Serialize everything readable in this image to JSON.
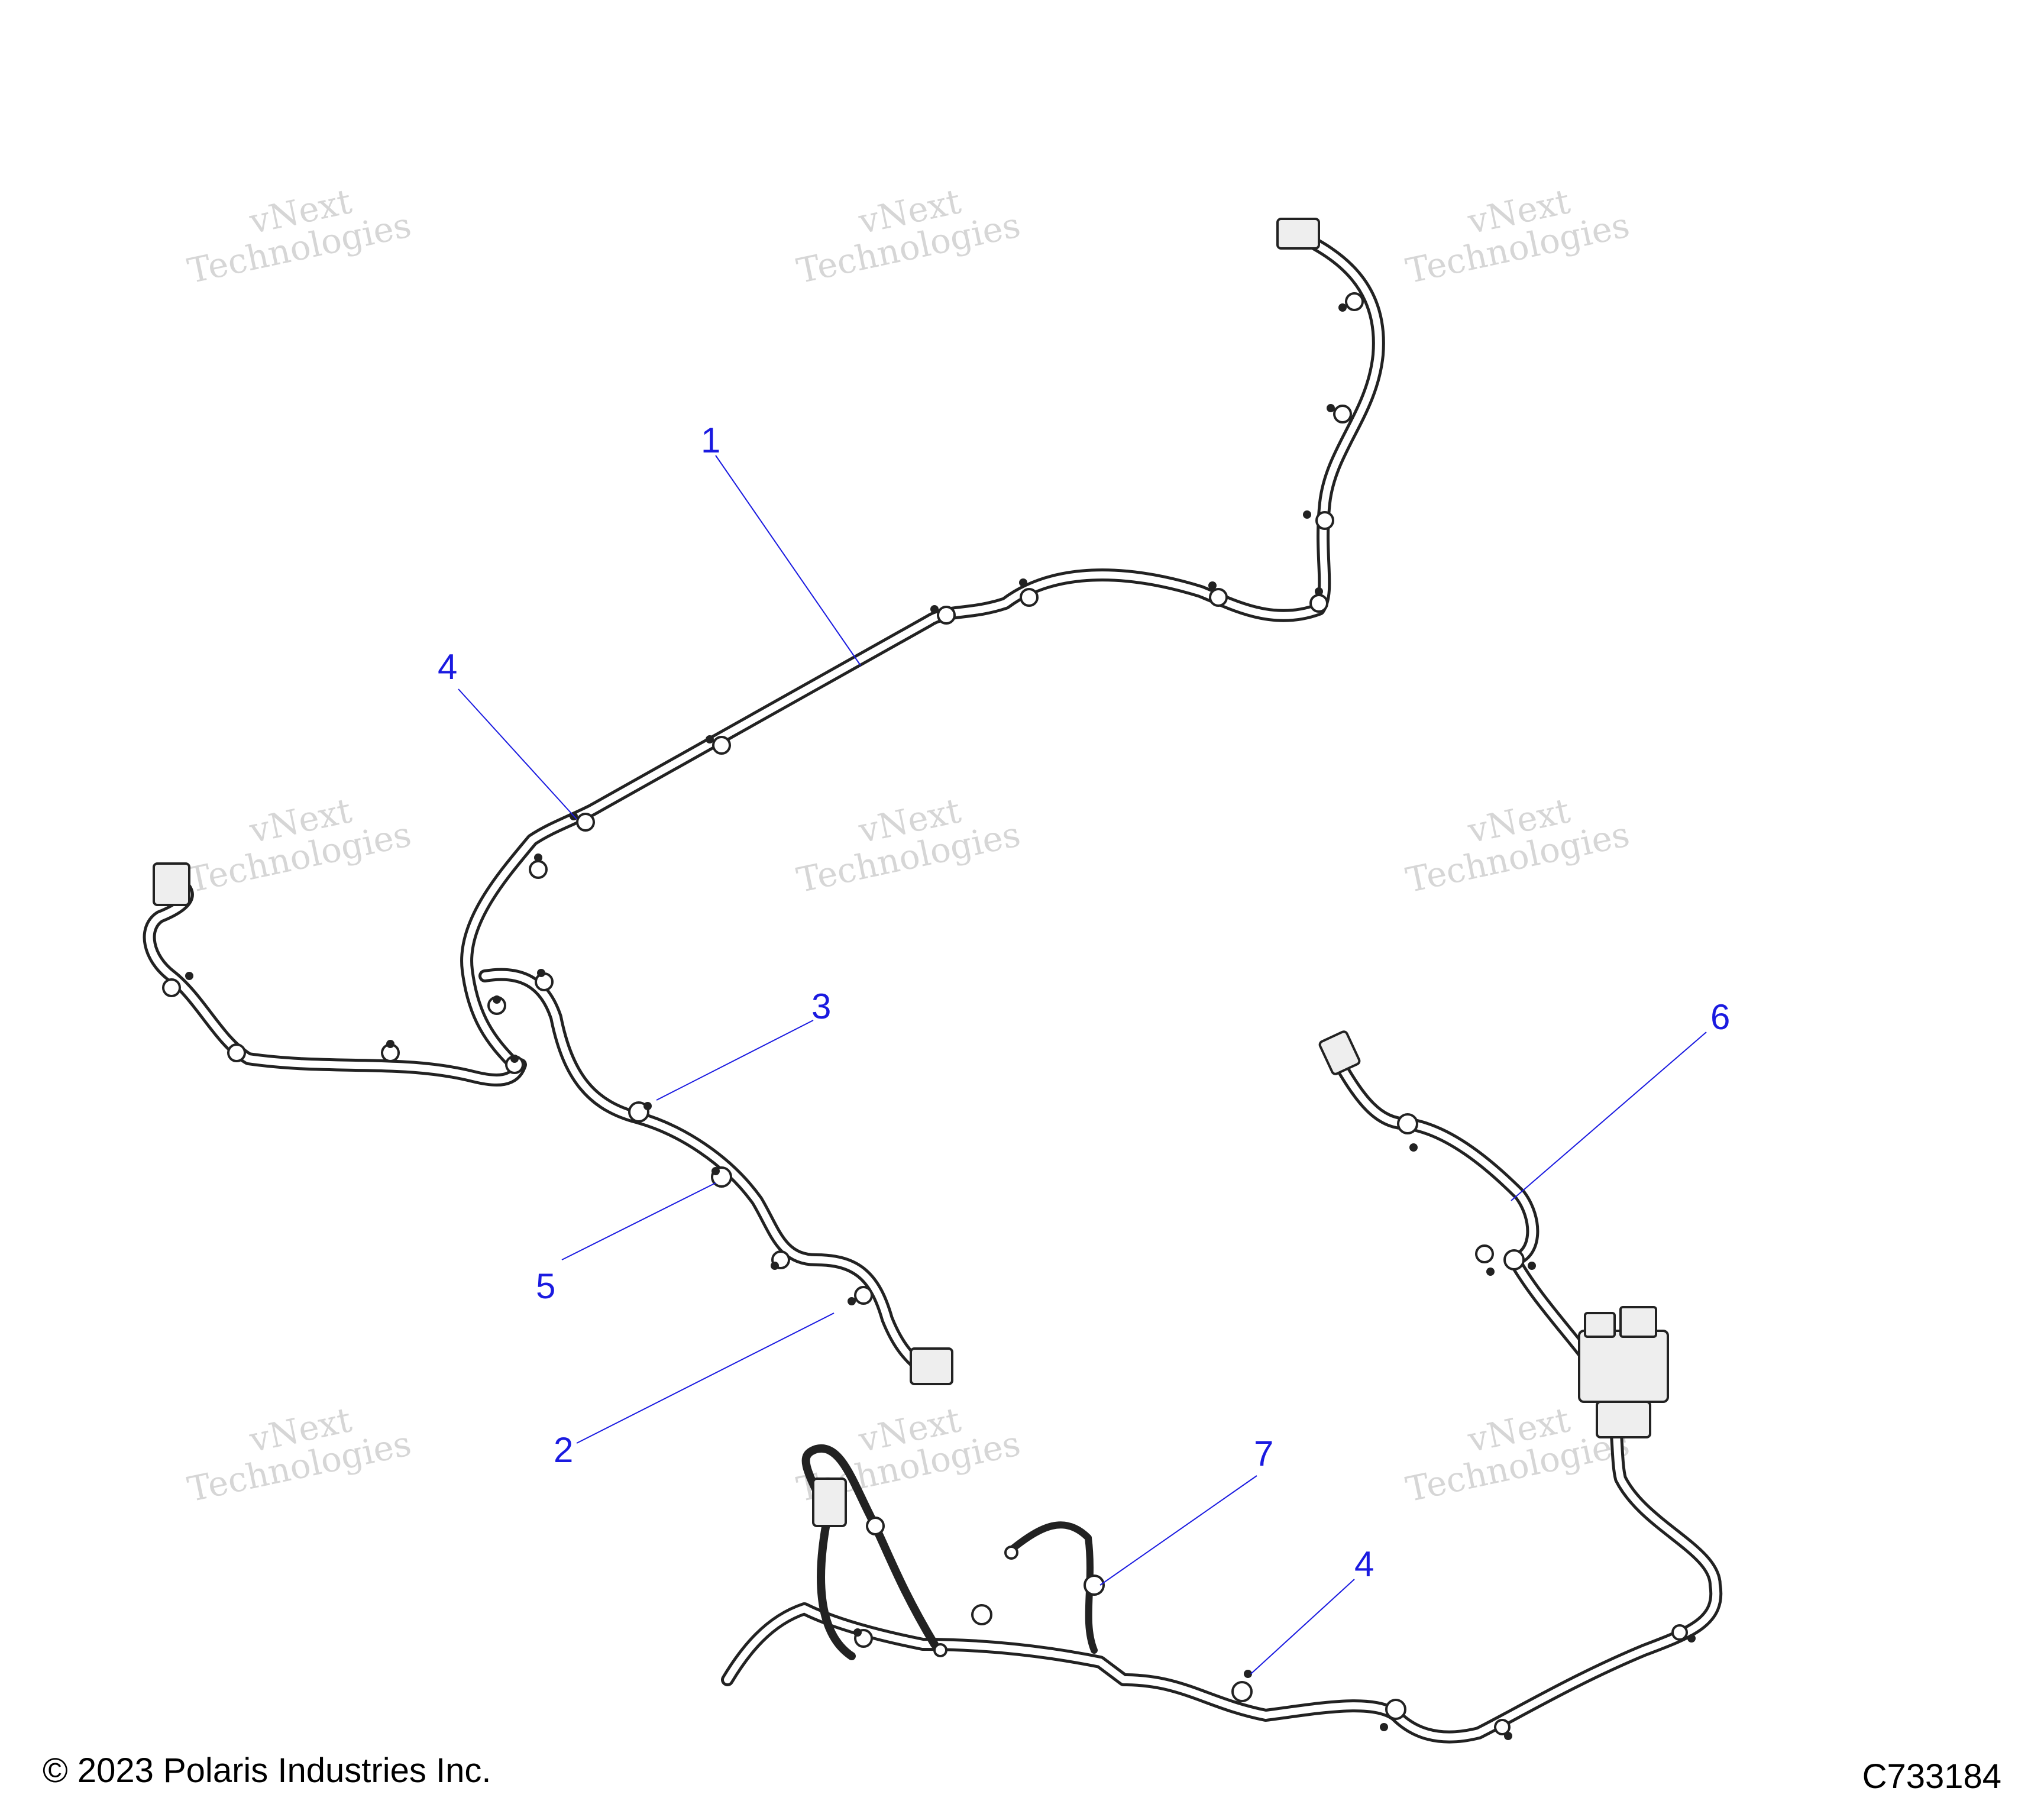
{
  "watermark": {
    "line1": "vNext",
    "line2": "vNext Technologies",
    "line3": "Technologies"
  },
  "callouts": [
    {
      "id": "c1",
      "label": "1"
    },
    {
      "id": "c4a",
      "label": "4"
    },
    {
      "id": "c3",
      "label": "3"
    },
    {
      "id": "c5",
      "label": "5"
    },
    {
      "id": "c2",
      "label": "2"
    },
    {
      "id": "c6",
      "label": "6"
    },
    {
      "id": "c7",
      "label": "7"
    },
    {
      "id": "c4b",
      "label": "4"
    }
  ],
  "footer": {
    "copyright": "© 2023 Polaris Industries Inc.",
    "part_number": "C733184"
  },
  "colors": {
    "callout": "#1a1ae0",
    "line": "#222222",
    "watermark": "#d6d6d6"
  }
}
